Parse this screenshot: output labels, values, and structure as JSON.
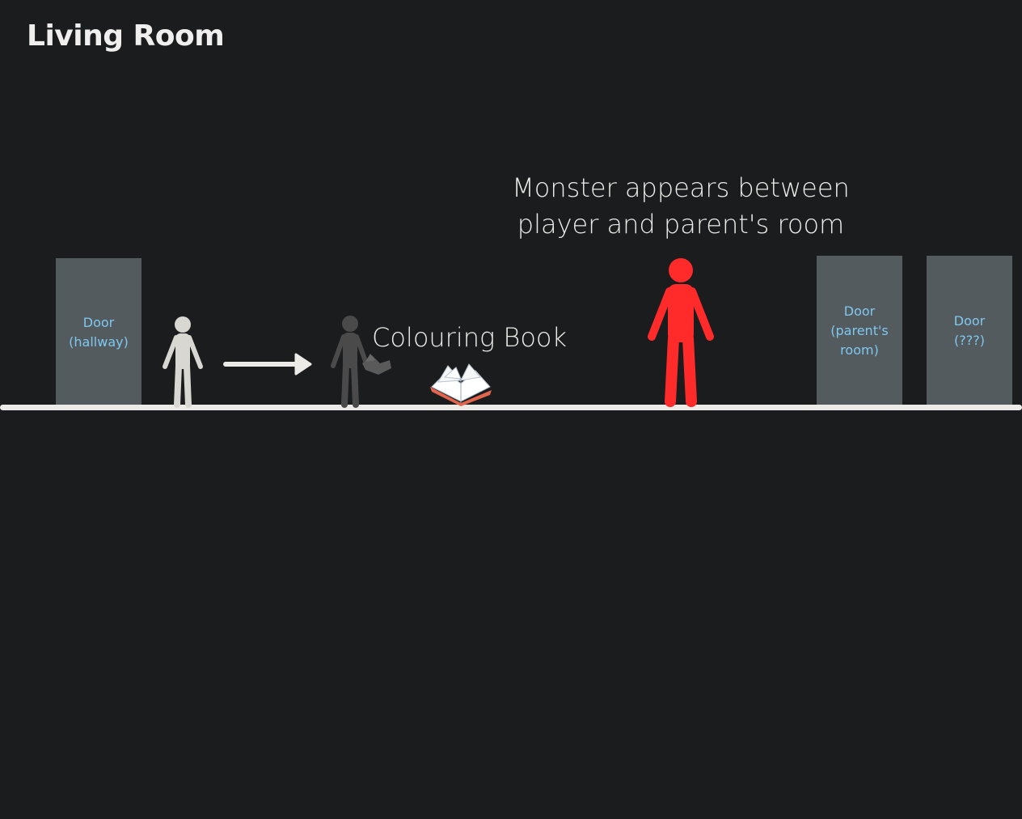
{
  "title": "Living Room",
  "doors": [
    {
      "label": "Door\n(hallway)"
    },
    {
      "label": "Door\n(parent's\nroom)"
    },
    {
      "label": "Door\n(???)"
    }
  ],
  "book_label": "Colouring Book",
  "monster_note": "Monster appears between player and parent's room",
  "colors": {
    "background": "#1b1c1e",
    "door": "#545b5e",
    "door_text": "#7ec8f0",
    "floor": "#ecebe8",
    "player": "#d9d7d2",
    "player_ghost": "#4a4a4a",
    "monster": "#ff2a2a"
  },
  "icons": [
    "player-figure-icon",
    "arrow-right-icon",
    "ghost-player-icon",
    "open-book-icon",
    "monster-figure-icon"
  ]
}
